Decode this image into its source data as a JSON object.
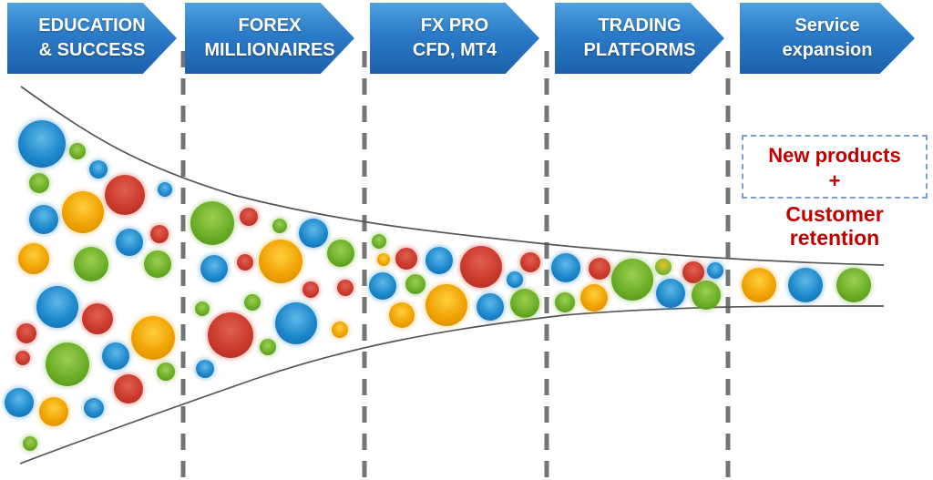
{
  "stages": [
    {
      "line1": "EDUCATION",
      "line2": "& SUCCESS"
    },
    {
      "line1": "FOREX",
      "line2": "MILLIONAIRES"
    },
    {
      "line1": "FX PRO",
      "line2": "CFD, MT4"
    },
    {
      "line1": "TRADING",
      "line2": "PLATFORMS"
    },
    {
      "line1": "Service",
      "line2": "expansion"
    }
  ],
  "annotation": {
    "box_lines": [
      "New products",
      "+"
    ],
    "outside_lines": [
      "Customer",
      "retention"
    ],
    "text_color": "#C00000",
    "border_color": "#7BA0CC"
  },
  "arrow_colors": {
    "top": "#4FA0DE",
    "mid": "#2B7BC8",
    "bottom": "#1C60AB"
  },
  "line_colors": {
    "funnel_outline": "#555555",
    "separator": "#757575"
  },
  "colors": {
    "blue": {
      "light": "#5FB8E8",
      "main": "#1D88CB",
      "dark": "#0E67A6"
    },
    "green": {
      "light": "#9CCF52",
      "main": "#6CAE27",
      "dark": "#4C8C17"
    },
    "red": {
      "light": "#E0604F",
      "main": "#CB3A2D",
      "dark": "#A92A1F"
    },
    "orange": {
      "light": "#FFCF3E",
      "main": "#F0A202",
      "dark": "#CF8A00"
    },
    "yellowgreen": {
      "light": "#EEBF25",
      "main": "#8AB82E",
      "dark": "#5F9420"
    }
  },
  "bubbles": [
    [
      46,
      158,
      26,
      "blue"
    ],
    [
      85,
      166,
      9,
      "green"
    ],
    [
      108,
      186,
      10,
      "blue"
    ],
    [
      43,
      201,
      11,
      "green"
    ],
    [
      137,
      214,
      22,
      "red"
    ],
    [
      91,
      233,
      23,
      "orange"
    ],
    [
      181,
      208,
      8,
      "blue"
    ],
    [
      48,
      241,
      16,
      "blue"
    ],
    [
      142,
      266,
      15,
      "blue"
    ],
    [
      175,
      257,
      10,
      "red"
    ],
    [
      37,
      284,
      17,
      "orange"
    ],
    [
      100,
      290,
      19,
      "green"
    ],
    [
      173,
      290,
      15,
      "green"
    ],
    [
      63,
      337,
      23,
      "blue"
    ],
    [
      107,
      350,
      17,
      "red"
    ],
    [
      29,
      366,
      11,
      "red"
    ],
    [
      25,
      393,
      8,
      "red"
    ],
    [
      74,
      400,
      24,
      "green"
    ],
    [
      127,
      391,
      15,
      "blue"
    ],
    [
      168,
      371,
      24,
      "orange"
    ],
    [
      182,
      408,
      10,
      "green"
    ],
    [
      141,
      427,
      16,
      "red"
    ],
    [
      21,
      442,
      16,
      "blue"
    ],
    [
      59,
      452,
      16,
      "orange"
    ],
    [
      103,
      448,
      11,
      "blue"
    ],
    [
      33,
      487,
      8,
      "green"
    ],
    [
      233,
      245,
      24,
      "green"
    ],
    [
      273,
      238,
      10,
      "red"
    ],
    [
      307,
      248,
      8,
      "green"
    ],
    [
      344,
      256,
      16,
      "blue"
    ],
    [
      374,
      278,
      15,
      "green"
    ],
    [
      235,
      295,
      15,
      "blue"
    ],
    [
      269,
      288,
      9,
      "red"
    ],
    [
      308,
      287,
      24,
      "orange"
    ],
    [
      341,
      318,
      9,
      "red"
    ],
    [
      379,
      316,
      9,
      "red"
    ],
    [
      277,
      332,
      9,
      "green"
    ],
    [
      222,
      339,
      8,
      "green"
    ],
    [
      253,
      368,
      25,
      "red"
    ],
    [
      325,
      355,
      23,
      "blue"
    ],
    [
      294,
      381,
      9,
      "green"
    ],
    [
      373,
      362,
      9,
      "orange"
    ],
    [
      225,
      405,
      10,
      "blue"
    ],
    [
      416,
      265,
      8,
      "green"
    ],
    [
      421,
      285,
      7,
      "orange"
    ],
    [
      446,
      284,
      12,
      "red"
    ],
    [
      482,
      286,
      15,
      "blue"
    ],
    [
      528,
      293,
      23,
      "red"
    ],
    [
      582,
      288,
      11,
      "red"
    ],
    [
      420,
      314,
      15,
      "blue"
    ],
    [
      456,
      312,
      11,
      "green"
    ],
    [
      565,
      307,
      9,
      "blue"
    ],
    [
      490,
      335,
      23,
      "orange"
    ],
    [
      441,
      346,
      14,
      "orange"
    ],
    [
      538,
      337,
      15,
      "blue"
    ],
    [
      576,
      333,
      16,
      "green"
    ],
    [
      621,
      294,
      16,
      "blue"
    ],
    [
      658,
      295,
      12,
      "red"
    ],
    [
      694,
      307,
      23,
      "green"
    ],
    [
      728,
      293,
      9,
      "yellowgreen"
    ],
    [
      761,
      299,
      12,
      "red"
    ],
    [
      785,
      297,
      9,
      "blue"
    ],
    [
      620,
      332,
      11,
      "green"
    ],
    [
      652,
      327,
      15,
      "orange"
    ],
    [
      736,
      322,
      16,
      "blue"
    ],
    [
      775,
      324,
      16,
      "green"
    ],
    [
      833,
      313,
      19,
      "orange"
    ],
    [
      884,
      313,
      19,
      "blue"
    ],
    [
      937,
      313,
      19,
      "green"
    ]
  ]
}
